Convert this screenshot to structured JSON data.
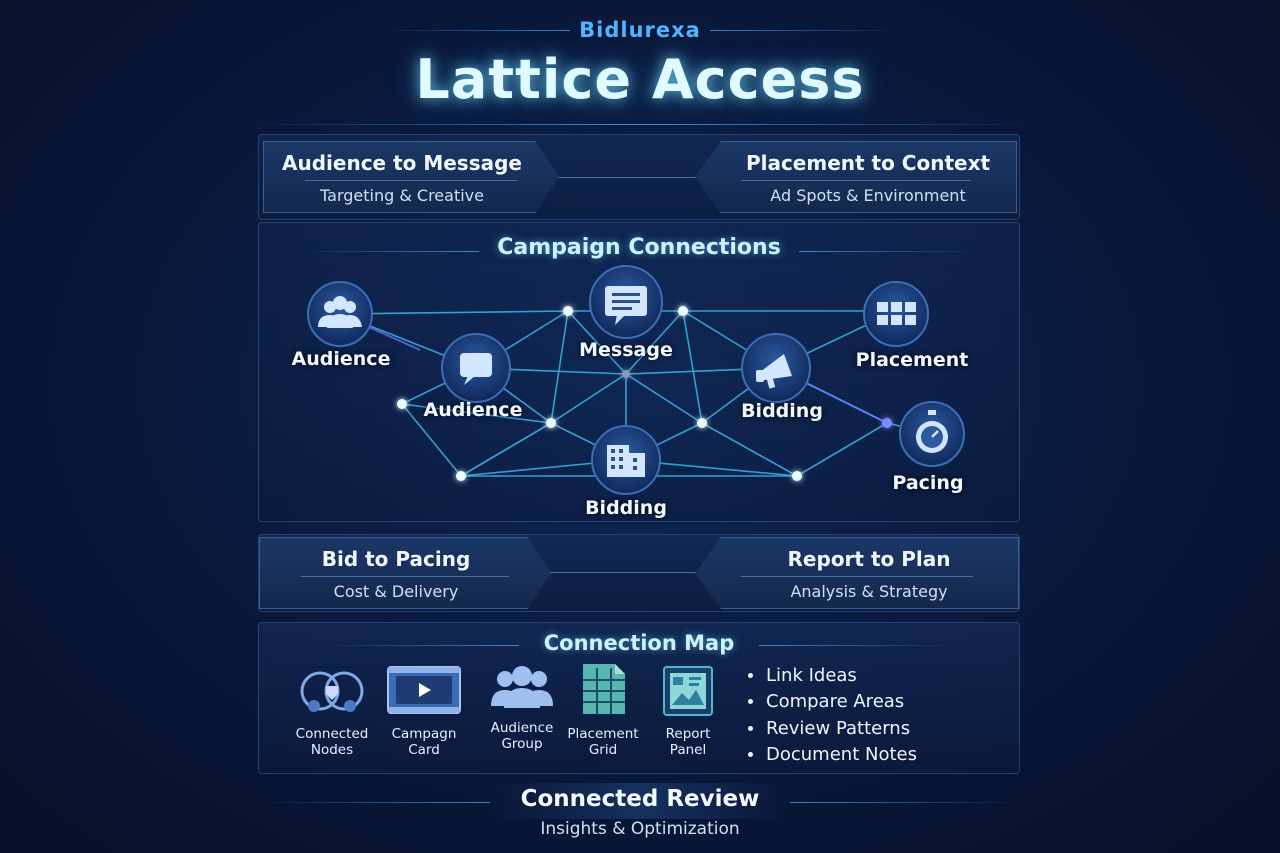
{
  "brand": "Bidlurexa",
  "title": "Lattice Access",
  "top_boxes": [
    {
      "title": "Audience to Message",
      "subtitle": "Targeting & Creative"
    },
    {
      "title": "Placement to Context",
      "subtitle": "Ad Spots & Environment"
    }
  ],
  "network": {
    "title": "Campaign Connections",
    "nodes": [
      {
        "label": "Audience",
        "icon": "people-icon"
      },
      {
        "label": "Audience",
        "icon": "chat-bubble-icon"
      },
      {
        "label": "Message",
        "icon": "message-icon"
      },
      {
        "label": "Bidding",
        "icon": "building-icon"
      },
      {
        "label": "Bidding",
        "icon": "megaphone-icon"
      },
      {
        "label": "Placement",
        "icon": "grid-icon"
      },
      {
        "label": "Pacing",
        "icon": "stopwatch-icon"
      }
    ]
  },
  "bottom_boxes": [
    {
      "title": "Bid to Pacing",
      "subtitle": "Cost & Delivery"
    },
    {
      "title": "Report to Plan",
      "subtitle": "Analysis & Strategy"
    }
  ],
  "connection_map": {
    "title": "Connection Map",
    "tiles": [
      {
        "label_line1": "Connected",
        "label_line2": "Nodes",
        "icon": "connected-nodes-icon"
      },
      {
        "label_line1": "Campagn",
        "label_line2": "Card",
        "icon": "video-card-icon"
      },
      {
        "label_line1": "Audience",
        "label_line2": "Group",
        "icon": "audience-group-icon"
      },
      {
        "label_line1": "Placement",
        "label_line2": "Grid",
        "icon": "placement-grid-icon"
      },
      {
        "label_line1": "Report",
        "label_line2": "Panel",
        "icon": "report-panel-icon"
      }
    ],
    "bullets": [
      "Link Ideas",
      "Compare Areas",
      "Review Patterns",
      "Document Notes"
    ]
  },
  "footer": {
    "title": "Connected Review",
    "subtitle": "Insights & Optimization"
  },
  "colors": {
    "accent": "#4fb4ff",
    "glow": "#7fe6ff",
    "line": "#39b6e8",
    "panel": "#1c3766"
  }
}
